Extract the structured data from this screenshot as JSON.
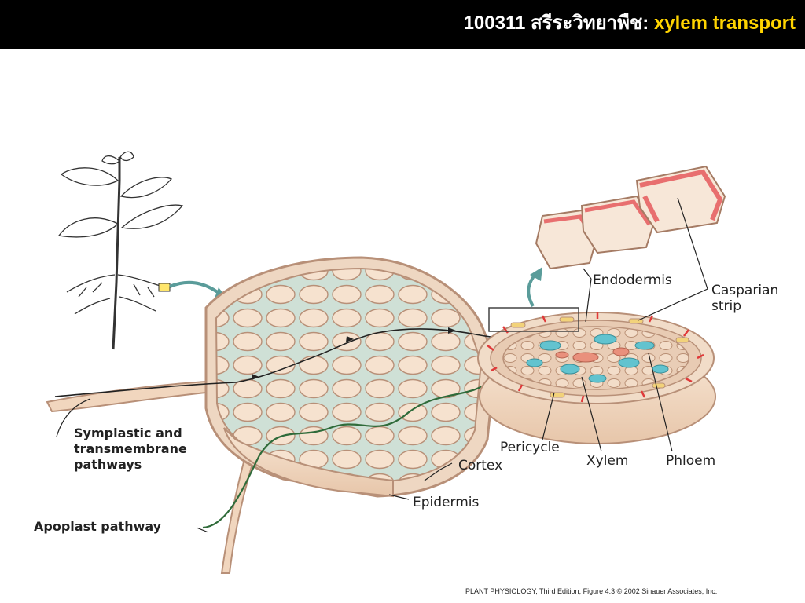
{
  "header": {
    "code": "100311",
    "thai": "สรีระวิทยาพืช:",
    "topic": "xylem transport",
    "accent_color": "#ffd400"
  },
  "labels": {
    "endodermis": "Endodermis",
    "casparian_1": "Casparian",
    "casparian_2": "strip",
    "pericycle": "Pericycle",
    "xylem": "Xylem",
    "phloem": "Phloem",
    "cortex": "Cortex",
    "epidermis": "Epidermis",
    "symplastic_1": "Symplastic and",
    "symplastic_2": "transmembrane",
    "symplastic_3": "pathways",
    "apoplast": "Apoplast pathway"
  },
  "credit": "PLANT PHYSIOLOGY, Third Edition, Figure 4.3  © 2002 Sinauer Associates, Inc.",
  "colors": {
    "cell_wall": "#c9a48a",
    "cell_fill": "#f6e2cf",
    "intercellular": "#cfe0d6",
    "casparian": "#e03a3a",
    "xylem_cell": "#62c3cf",
    "arrow": "#5a9c9a",
    "apoplast_path": "#2f6b3a"
  }
}
